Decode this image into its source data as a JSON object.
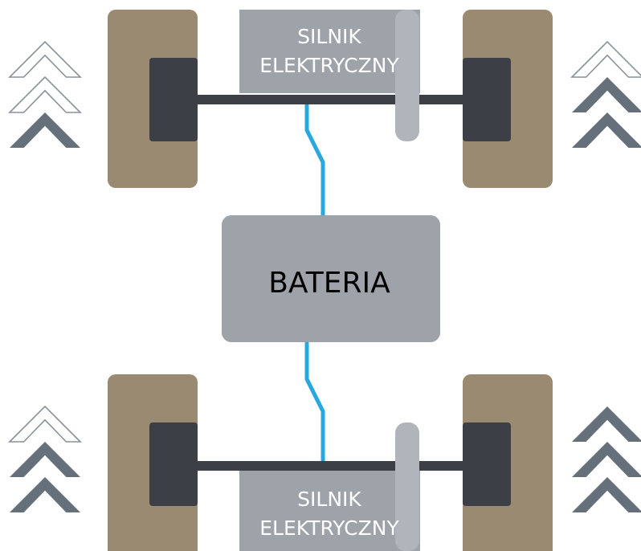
{
  "diagram": {
    "front_motor": {
      "line1": "SILNIK",
      "line2": "ELEKTRYCZNY"
    },
    "rear_motor": {
      "line1": "SILNIK",
      "line2": "ELEKTRYCZNY"
    },
    "battery": {
      "label": "BATERIA"
    },
    "arrow_indicators": {
      "front_left": {
        "filled": 1,
        "total": 3
      },
      "front_right": {
        "filled": 2,
        "total": 3
      },
      "rear_left": {
        "filled": 2,
        "total": 3
      },
      "rear_right": {
        "filled": 3,
        "total": 3
      }
    },
    "colors": {
      "wheel": "#9b8a72",
      "hub": "#3c3f46",
      "axle": "#3c3f46",
      "motor": "#9ea3aa",
      "battery": "#9ea3aa",
      "cable": "#29a8e0",
      "arrow_filled": "#66707a",
      "arrow_outline": "#8a9299",
      "motor_text": "#ffffff",
      "battery_text": "#000000"
    }
  }
}
